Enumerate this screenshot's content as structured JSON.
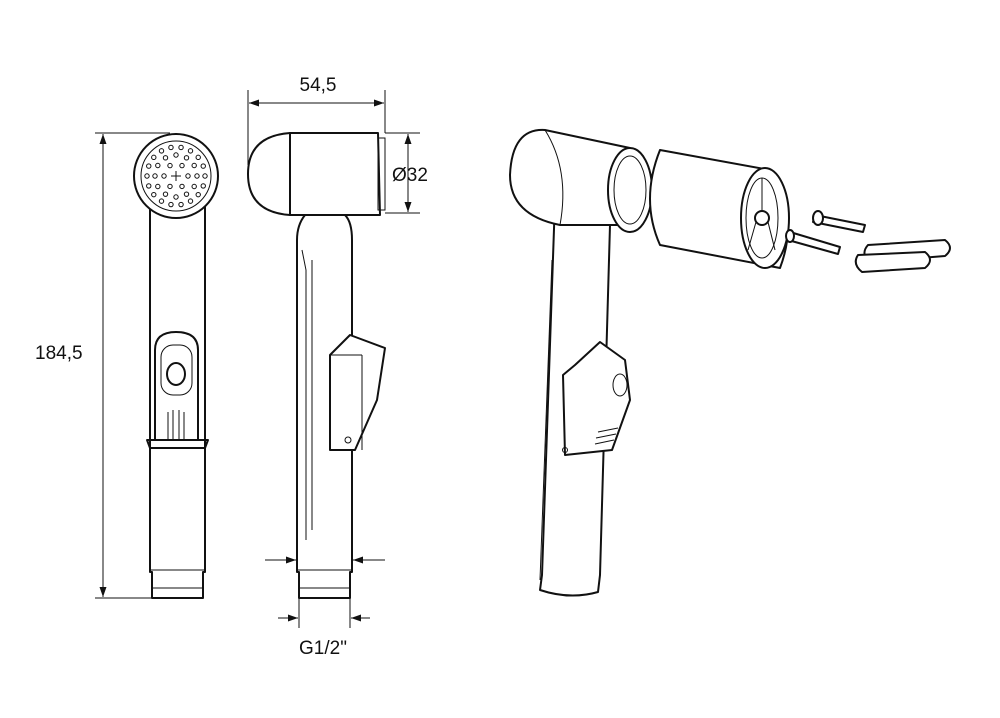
{
  "title": "Hygienic shower head technical drawing",
  "dimensions": {
    "width": "54,5",
    "head_diameter": "Ø32",
    "height": "184,5",
    "thread": "G1/2\""
  },
  "views": [
    "front",
    "side",
    "perspective-exploded"
  ],
  "colors": {
    "line": "#111111",
    "background": "#ffffff"
  }
}
